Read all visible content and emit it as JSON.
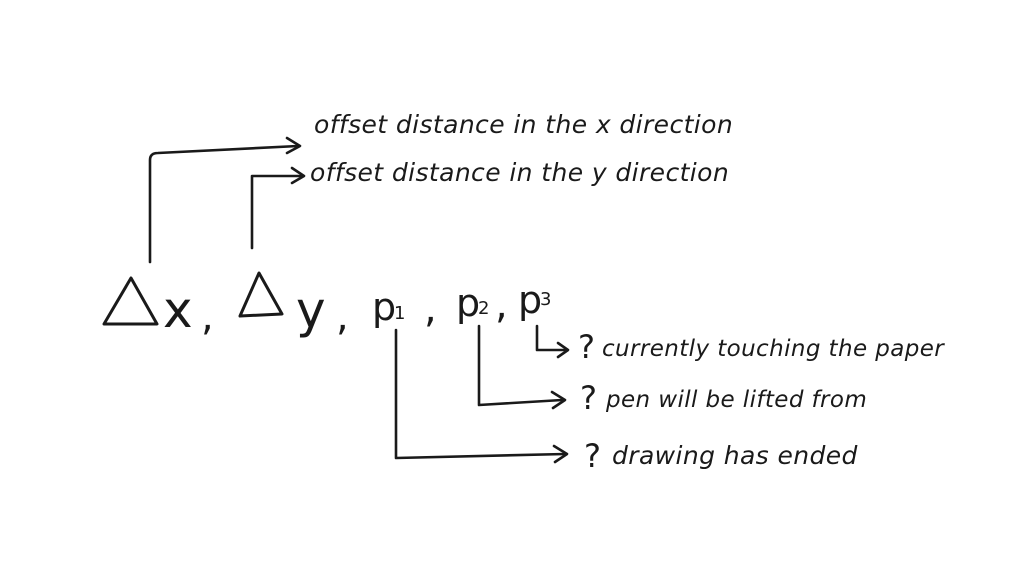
{
  "variables": {
    "dx": {
      "glyph": "Δ",
      "letter": "x"
    },
    "dy": {
      "glyph": "Δ",
      "letter": "y"
    },
    "p1": {
      "letter": "p",
      "sub": "1"
    },
    "p2": {
      "letter": "p",
      "sub": "2"
    },
    "p3": {
      "letter": "p",
      "sub": "3"
    },
    "separator": ","
  },
  "annotations": {
    "dx_label": "offset distance in the x direction",
    "dy_label": "offset distance in the y direction",
    "p3_label": "currently touching the paper",
    "p2_label": "pen will be lifted from",
    "p1_label": "drawing has ended",
    "question_mark": "?"
  }
}
